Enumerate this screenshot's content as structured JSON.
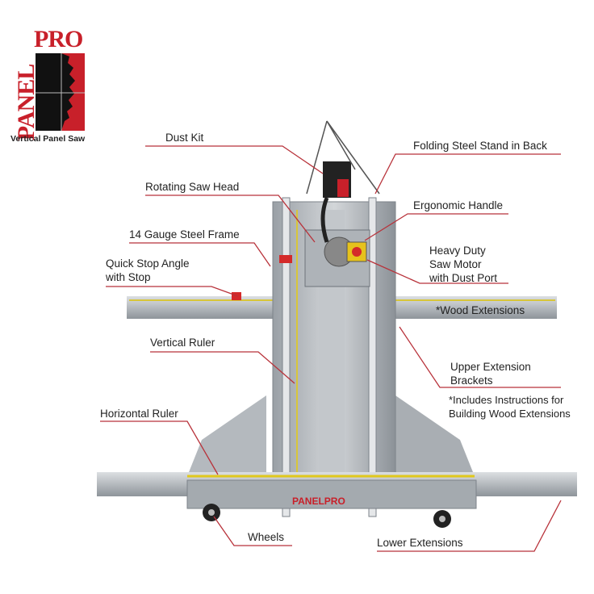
{
  "logo": {
    "brand_top": "PRO",
    "brand_side": "PANEL",
    "subtitle": "Vertical Panel Saw"
  },
  "machine": {
    "base_brand": "PANELPRO"
  },
  "labels": {
    "dust_kit": "Dust Kit",
    "folding_stand": "Folding Steel Stand in Back",
    "rotating_head": "Rotating Saw Head",
    "ergonomic_handle": "Ergonomic Handle",
    "steel_frame": "14 Gauge Steel Frame",
    "motor_line1": "Heavy Duty",
    "motor_line2": "Saw Motor",
    "motor_line3": "with Dust Port",
    "quick_stop_line1": "Quick Stop Angle",
    "quick_stop_line2": "with Stop",
    "wood_extensions": "*Wood Extensions",
    "vertical_ruler": "Vertical Ruler",
    "upper_brackets_line1": "Upper Extension",
    "upper_brackets_line2": "Brackets",
    "includes_line1": "*Includes Instructions for",
    "includes_line2": "Building Wood Extensions",
    "horizontal_ruler": "Horizontal Ruler",
    "wheels": "Wheels",
    "lower_extensions": "Lower Extensions"
  },
  "colors": {
    "leader": "#b8323a",
    "brand": "#c8202a"
  }
}
